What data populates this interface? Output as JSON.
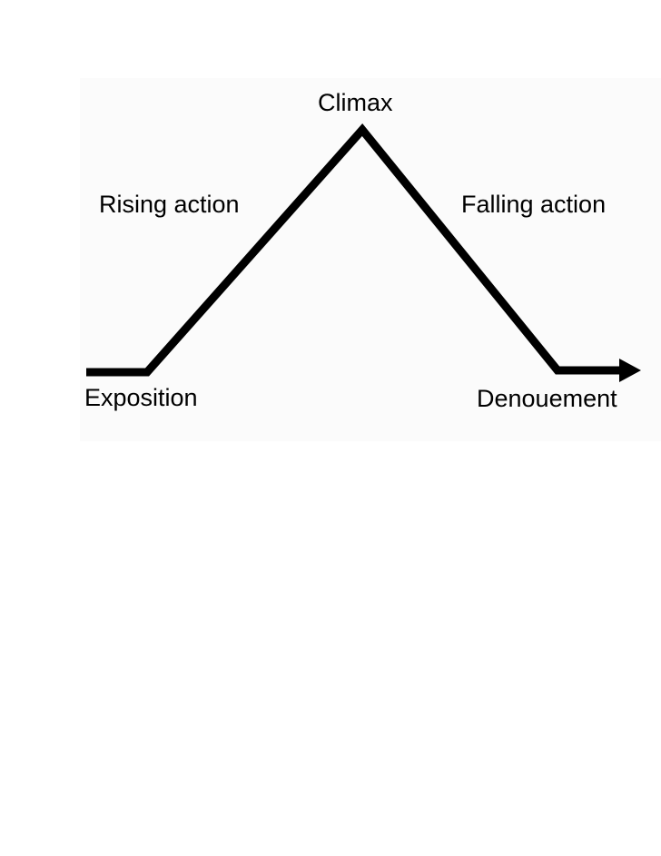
{
  "diagram": {
    "labels": {
      "climax": "Climax",
      "rising_action": "Rising action",
      "falling_action": "Falling action",
      "exposition": "Exposition",
      "denouement": "Denouement"
    },
    "colors": {
      "line": "#000000",
      "panel_background": "#fbfbfb",
      "page_background": "#ffffff"
    }
  }
}
